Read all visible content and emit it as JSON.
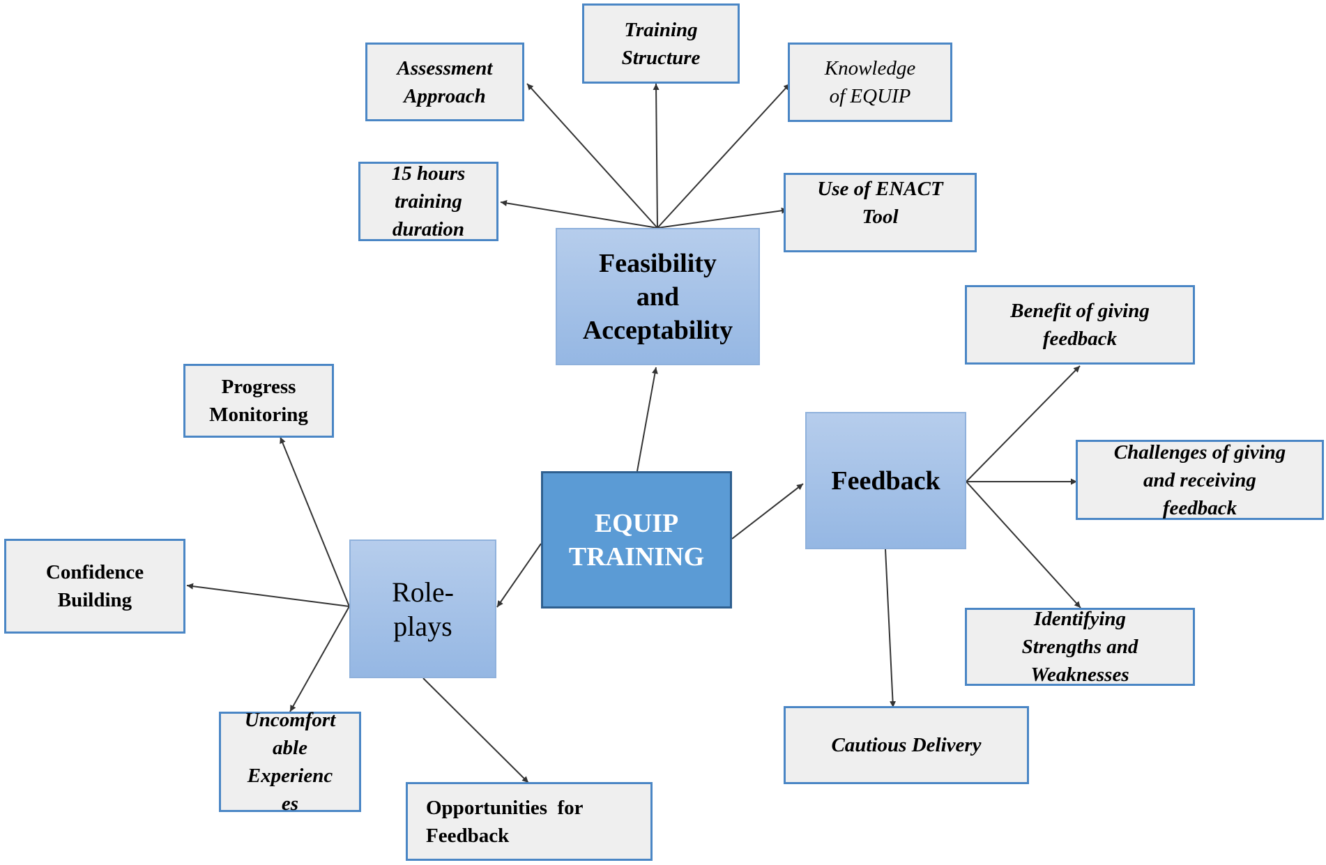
{
  "core": {
    "line1": "EQUIP",
    "line2": "TRAINING"
  },
  "branches": {
    "feasibility": {
      "line1": "Feasibility",
      "line2": "and",
      "line3": "Acceptability"
    },
    "feedback": {
      "line1": "Feedback"
    },
    "roleplays": {
      "line1": "Role-",
      "line2": "plays"
    }
  },
  "leaves": {
    "assessment": {
      "line1": "Assessment",
      "line2": "Approach"
    },
    "training_structure": {
      "line1": "Training",
      "line2": "Structure"
    },
    "knowledge": {
      "line1": "Knowledge",
      "line2": "of EQUIP"
    },
    "hours": {
      "line1": "15 hours",
      "line2": "training",
      "line3": "duration"
    },
    "enact": {
      "line1": "Use of ENACT",
      "line2": "Tool"
    },
    "benefit": {
      "line1": "Benefit of giving",
      "line2": "feedback"
    },
    "challenges": {
      "line1": "Challenges of giving",
      "line2": "and receiving",
      "line3": "feedback"
    },
    "identifying": {
      "line1": "Identifying",
      "line2": "Strengths and",
      "line3": "Weaknesses"
    },
    "cautious": {
      "line1": "Cautious Delivery"
    },
    "progress": {
      "line1": "Progress",
      "line2": "Monitoring"
    },
    "confidence": {
      "line1": "Confidence",
      "line2": "Building"
    },
    "uncomfortable": {
      "line1": "Uncomfort",
      "line2": "able",
      "line3": "Experienc",
      "line4": "es"
    },
    "opportunities": {
      "line1": "Opportunities  for",
      "line2": "Feedback"
    }
  },
  "colors": {
    "leaf_border": "#4a86c5",
    "core_fill": "#5b9bd5",
    "branch_fill": "#a7c3e8",
    "arrow": "#333333"
  }
}
